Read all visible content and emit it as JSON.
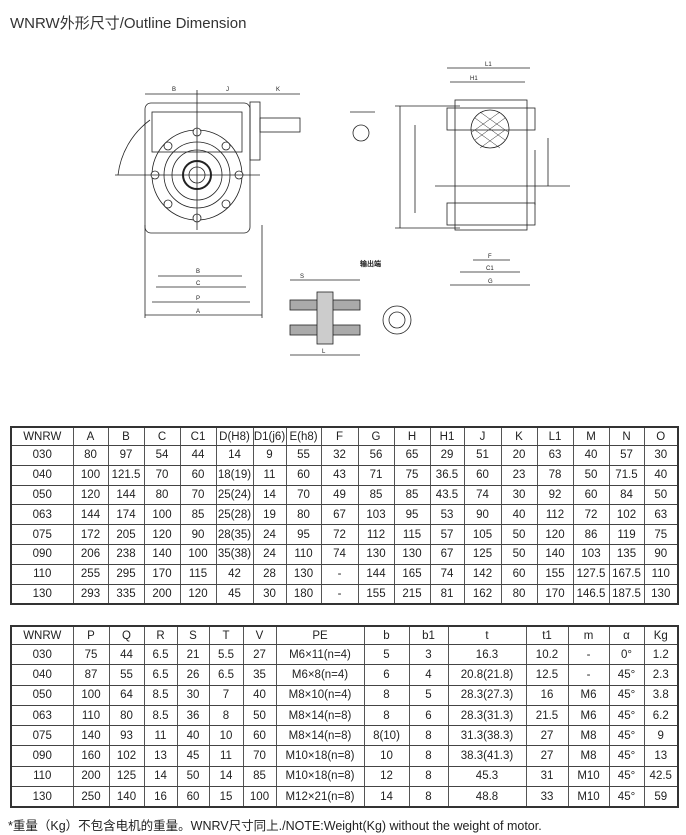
{
  "title": "WNRW外形尺寸/Outline Dimension",
  "drawing": {
    "labels": {
      "B": "B",
      "J": "J",
      "K": "K",
      "A": "A",
      "C": "C",
      "P": "P",
      "Bl": "B",
      "L1": "L1",
      "H1": "H1",
      "F": "F",
      "C1": "C1",
      "G": "G",
      "S": "S",
      "L": "L",
      "output_end": "输出端"
    }
  },
  "table1": {
    "headers": [
      "WNRW",
      "A",
      "B",
      "C",
      "C1",
      "D(H8)",
      "D1(j6)",
      "E(h8)",
      "F",
      "G",
      "H",
      "H1",
      "J",
      "K",
      "L1",
      "M",
      "N",
      "O"
    ],
    "rows": [
      [
        "030",
        "80",
        "97",
        "54",
        "44",
        "14",
        "9",
        "55",
        "32",
        "56",
        "65",
        "29",
        "51",
        "20",
        "63",
        "40",
        "57",
        "30"
      ],
      [
        "040",
        "100",
        "121.5",
        "70",
        "60",
        "18(19)",
        "11",
        "60",
        "43",
        "71",
        "75",
        "36.5",
        "60",
        "23",
        "78",
        "50",
        "71.5",
        "40"
      ],
      [
        "050",
        "120",
        "144",
        "80",
        "70",
        "25(24)",
        "14",
        "70",
        "49",
        "85",
        "85",
        "43.5",
        "74",
        "30",
        "92",
        "60",
        "84",
        "50"
      ],
      [
        "063",
        "144",
        "174",
        "100",
        "85",
        "25(28)",
        "19",
        "80",
        "67",
        "103",
        "95",
        "53",
        "90",
        "40",
        "112",
        "72",
        "102",
        "63"
      ],
      [
        "075",
        "172",
        "205",
        "120",
        "90",
        "28(35)",
        "24",
        "95",
        "72",
        "112",
        "115",
        "57",
        "105",
        "50",
        "120",
        "86",
        "119",
        "75"
      ],
      [
        "090",
        "206",
        "238",
        "140",
        "100",
        "35(38)",
        "24",
        "110",
        "74",
        "130",
        "130",
        "67",
        "125",
        "50",
        "140",
        "103",
        "135",
        "90"
      ],
      [
        "110",
        "255",
        "295",
        "170",
        "115",
        "42",
        "28",
        "130",
        "-",
        "144",
        "165",
        "74",
        "142",
        "60",
        "155",
        "127.5",
        "167.5",
        "110"
      ],
      [
        "130",
        "293",
        "335",
        "200",
        "120",
        "45",
        "30",
        "180",
        "-",
        "155",
        "215",
        "81",
        "162",
        "80",
        "170",
        "146.5",
        "187.5",
        "130"
      ]
    ]
  },
  "table2": {
    "headers": [
      "WNRW",
      "P",
      "Q",
      "R",
      "S",
      "T",
      "V",
      "PE",
      "b",
      "b1",
      "t",
      "t1",
      "m",
      "α",
      "Kg"
    ],
    "rows": [
      [
        "030",
        "75",
        "44",
        "6.5",
        "21",
        "5.5",
        "27",
        "M6×11(n=4)",
        "5",
        "3",
        "16.3",
        "10.2",
        "-",
        "0°",
        "1.2"
      ],
      [
        "040",
        "87",
        "55",
        "6.5",
        "26",
        "6.5",
        "35",
        "M6×8(n=4)",
        "6",
        "4",
        "20.8(21.8)",
        "12.5",
        "-",
        "45°",
        "2.3"
      ],
      [
        "050",
        "100",
        "64",
        "8.5",
        "30",
        "7",
        "40",
        "M8×10(n=4)",
        "8",
        "5",
        "28.3(27.3)",
        "16",
        "M6",
        "45°",
        "3.8"
      ],
      [
        "063",
        "110",
        "80",
        "8.5",
        "36",
        "8",
        "50",
        "M8×14(n=8)",
        "8",
        "6",
        "28.3(31.3)",
        "21.5",
        "M6",
        "45°",
        "6.2"
      ],
      [
        "075",
        "140",
        "93",
        "11",
        "40",
        "10",
        "60",
        "M8×14(n=8)",
        "8(10)",
        "8",
        "31.3(38.3)",
        "27",
        "M8",
        "45°",
        "9"
      ],
      [
        "090",
        "160",
        "102",
        "13",
        "45",
        "11",
        "70",
        "M10×18(n=8)",
        "10",
        "8",
        "38.3(41.3)",
        "27",
        "M8",
        "45°",
        "13"
      ],
      [
        "110",
        "200",
        "125",
        "14",
        "50",
        "14",
        "85",
        "M10×18(n=8)",
        "12",
        "8",
        "45.3",
        "31",
        "M10",
        "45°",
        "42.5"
      ],
      [
        "130",
        "250",
        "140",
        "16",
        "60",
        "15",
        "100",
        "M12×21(n=8)",
        "14",
        "8",
        "48.8",
        "33",
        "M10",
        "45°",
        "59"
      ]
    ]
  },
  "note": "*重量（Kg）不包含电机的重量。WNRV尺寸同上./NOTE:Weight(Kg) without the weight of motor."
}
